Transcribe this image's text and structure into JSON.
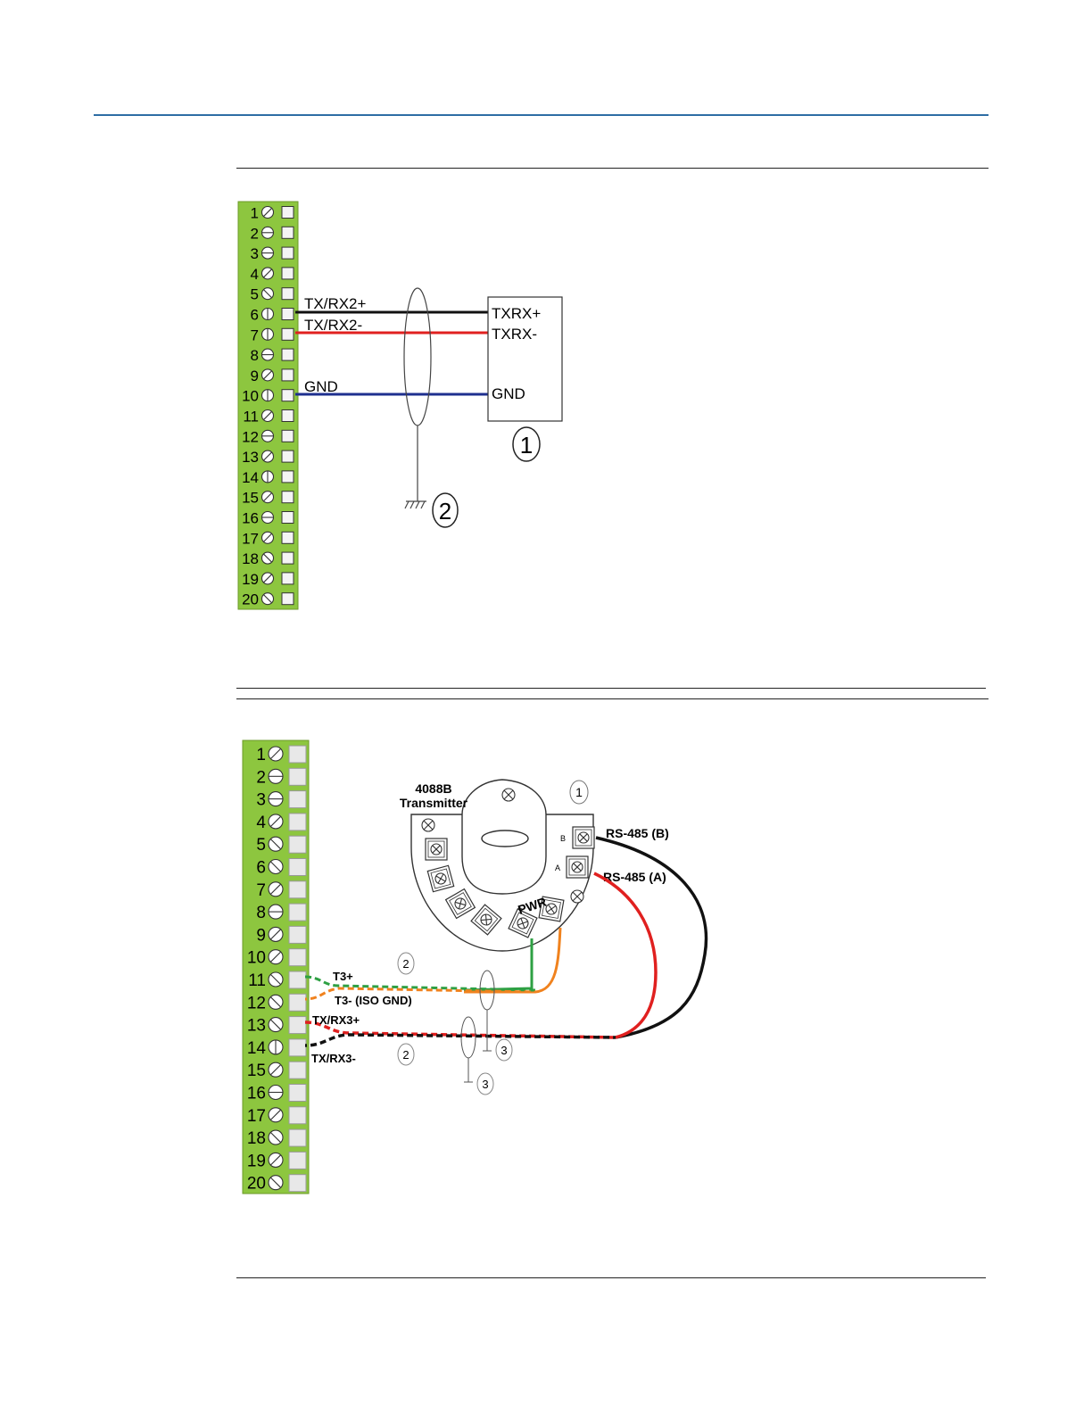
{
  "colors": {
    "header_rule": "#2e6da4",
    "terminal_green": "#8dc63f",
    "wire_black": "#111111",
    "wire_red": "#e0201f",
    "wire_blue": "#1e2f8f",
    "wire_green": "#2ea043",
    "wire_orange": "#f0821e"
  },
  "terminals": [
    "1",
    "2",
    "3",
    "4",
    "5",
    "6",
    "7",
    "8",
    "9",
    "10",
    "11",
    "12",
    "13",
    "14",
    "15",
    "16",
    "17",
    "18",
    "19",
    "20"
  ],
  "diagram1": {
    "wire_labels": {
      "txrx2_plus": "TX/RX2+",
      "txrx2_minus": "TX/RX2-",
      "gnd": "GND"
    },
    "device_labels": {
      "txrx_plus": "TXRX+",
      "txrx_minus": "TXRX-",
      "gnd": "GND"
    },
    "callouts": {
      "device": "1",
      "ground": "2"
    }
  },
  "diagram2": {
    "transmitter_label_1": "4088B",
    "transmitter_label_2": "Transmitter",
    "pwr_label": "PWR",
    "plus_sign": "+",
    "port_b": "B",
    "port_a": "A",
    "rs485_b": "RS-485 (B)",
    "rs485_a": "RS-485 (A)",
    "t3_plus": "T3+",
    "t3_minus": "T3- (ISO GND)",
    "txrx3_plus": "TX/RX3+",
    "txrx3_minus": "TX/RX3-",
    "callouts": {
      "transmitter": "1",
      "twisted_pair_top": "2",
      "twisted_pair_bottom": "2",
      "ground_a": "3",
      "ground_b": "3"
    }
  }
}
